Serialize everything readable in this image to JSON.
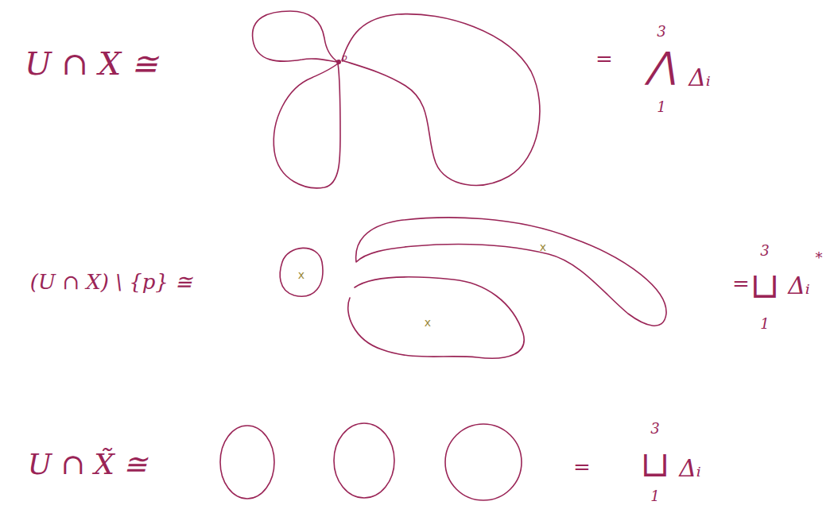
{
  "diagram": {
    "labels": [
      "U ∩ X ≅",
      "p",
      "=",
      "3",
      "⋀",
      "1",
      "Δᵢ",
      "(U ∩ X) \\ {p} ≅",
      "x",
      "x",
      "x",
      "=",
      "3",
      "⊔",
      "1",
      "Δᵢ",
      "*",
      "U ∩ X̃ ≅",
      "=",
      "3",
      "⊔",
      "1",
      "Δᵢ"
    ]
  }
}
